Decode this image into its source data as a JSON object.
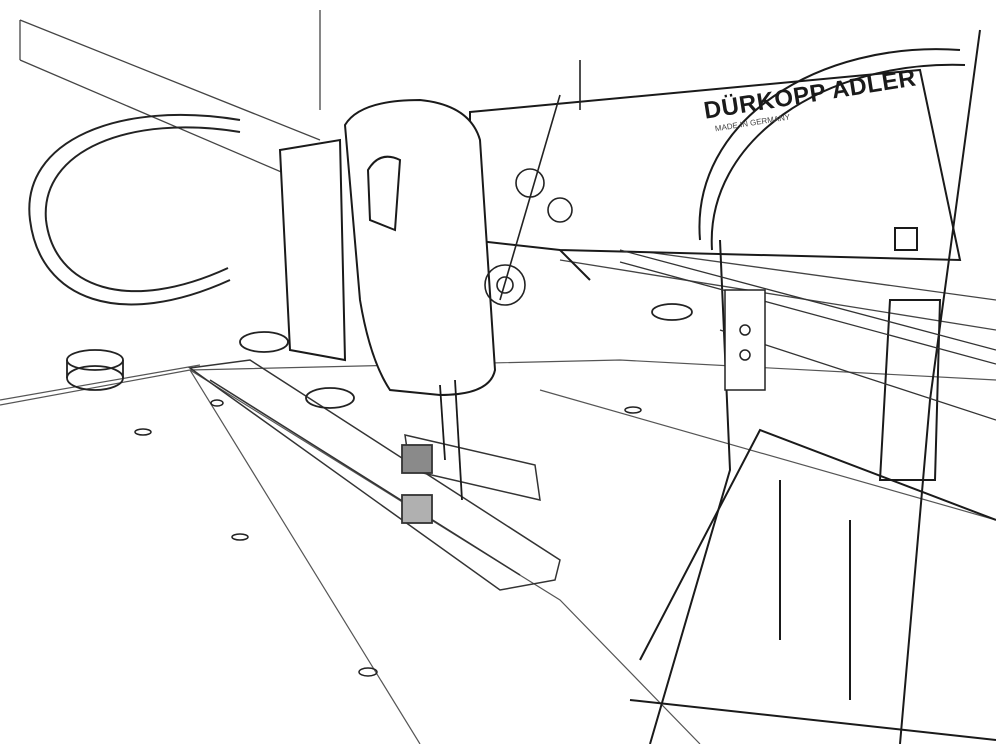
{
  "photo": {
    "subject": "industrial-sewing-machine",
    "style": "pencil-sketch",
    "brand_text": "DÜRKOPP ADLER",
    "brand_subtext": "MADE IN GERMANY"
  },
  "colors": {
    "paper": "#ffffff",
    "ink": "#1a1a1a",
    "shade": "#8a8a8a"
  }
}
